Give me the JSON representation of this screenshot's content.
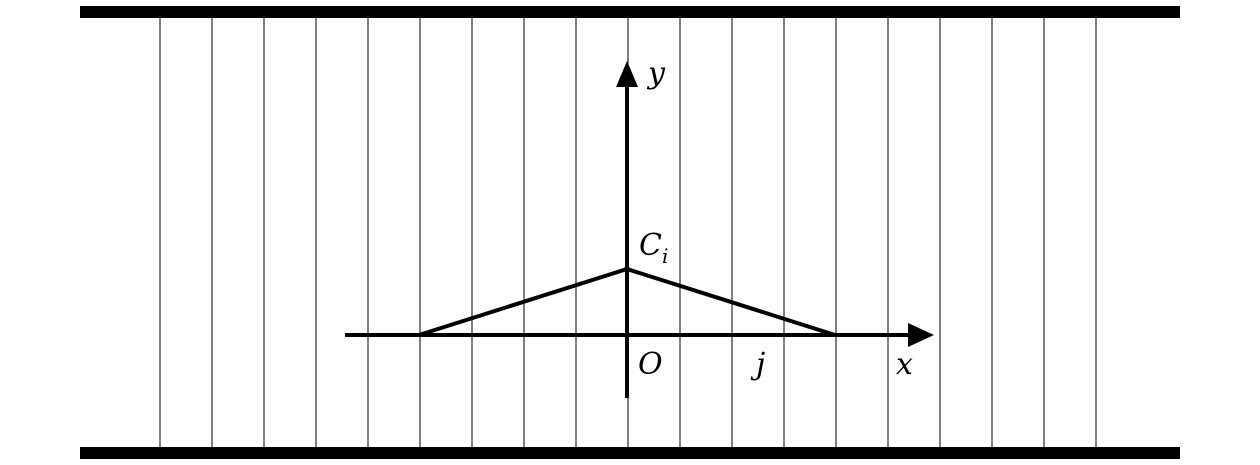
{
  "labels": {
    "y_axis": "y",
    "x_axis": "x",
    "origin": "O",
    "peak_main": "C",
    "peak_sub": "i",
    "node": "j"
  },
  "colors": {
    "ink": "#000000",
    "background": "#ffffff"
  }
}
